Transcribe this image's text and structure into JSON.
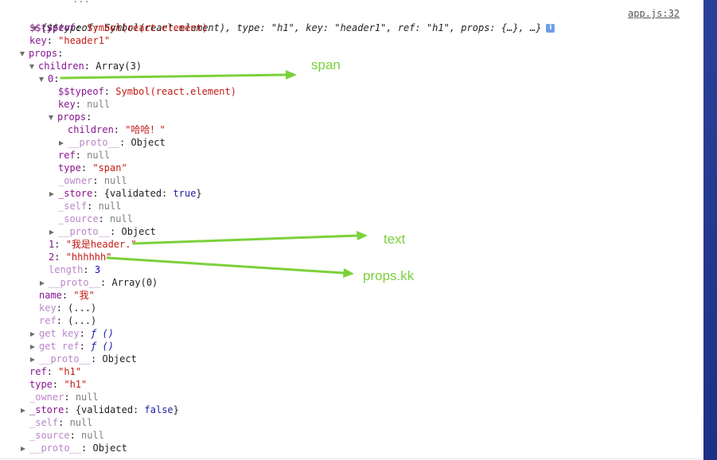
{
  "console": {
    "header": {
      "top_text": "...",
      "summary": "{$$typeof: Symbol(react.element), type: \"h1\", key: \"header1\", ref: \"h1\", props: {…}, …}",
      "source_link": "app.js:32",
      "info_badge": "i"
    },
    "lines": [
      {
        "k": "$$typeof",
        "v": "Symbol(react.element)"
      },
      {
        "k": "key",
        "v": "\"header1\""
      },
      {
        "k": "props",
        "v": ""
      },
      {
        "k": "children",
        "v": "Array(3)"
      },
      {
        "k": "0",
        "v": ""
      },
      {
        "k": "$$typeof",
        "v": "Symbol(react.element)"
      },
      {
        "k": "key",
        "v": "null"
      },
      {
        "k": "props",
        "v": ""
      },
      {
        "k": "children",
        "v": "\"哈哈！\""
      },
      {
        "k": "__proto__",
        "v": "Object"
      },
      {
        "k": "ref",
        "v": "null"
      },
      {
        "k": "type",
        "v": "\"span\""
      },
      {
        "k": "_owner",
        "v": "null"
      },
      {
        "k": "_store",
        "v": "{validated: true}"
      },
      {
        "k": "_self",
        "v": "null"
      },
      {
        "k": "_source",
        "v": "null"
      },
      {
        "k": "__proto__",
        "v": "Object"
      },
      {
        "k": "1",
        "v": "\"我是header.\""
      },
      {
        "k": "2",
        "v": "\"hhhhhh\""
      },
      {
        "k": "length",
        "v": "3"
      },
      {
        "k": "__proto__",
        "v": "Array(0)"
      },
      {
        "k": "name",
        "v": "\"我\""
      },
      {
        "k": "key",
        "v": "(...)"
      },
      {
        "k": "ref",
        "v": "(...)"
      },
      {
        "k": "get key",
        "v": "ƒ ()"
      },
      {
        "k": "get ref",
        "v": "ƒ ()"
      },
      {
        "k": "__proto__",
        "v": "Object"
      },
      {
        "k": "ref",
        "v": "\"h1\""
      },
      {
        "k": "type",
        "v": "\"h1\""
      },
      {
        "k": "_owner",
        "v": "null"
      },
      {
        "k": "_store",
        "v": "{validated: false}"
      },
      {
        "k": "_self",
        "v": "null"
      },
      {
        "k": "_source",
        "v": "null"
      },
      {
        "k": "__proto__",
        "v": "Object"
      }
    ]
  },
  "annotations": {
    "span": "span",
    "text": "text",
    "props_kk": "props.kk"
  },
  "colors": {
    "annotation_green": "#7bd13b",
    "key_purple": "#881391",
    "string_red": "#c41a16",
    "null_gray": "#808080",
    "keyword_blue": "#1a1aa6",
    "scrollbar": "#22388f"
  }
}
